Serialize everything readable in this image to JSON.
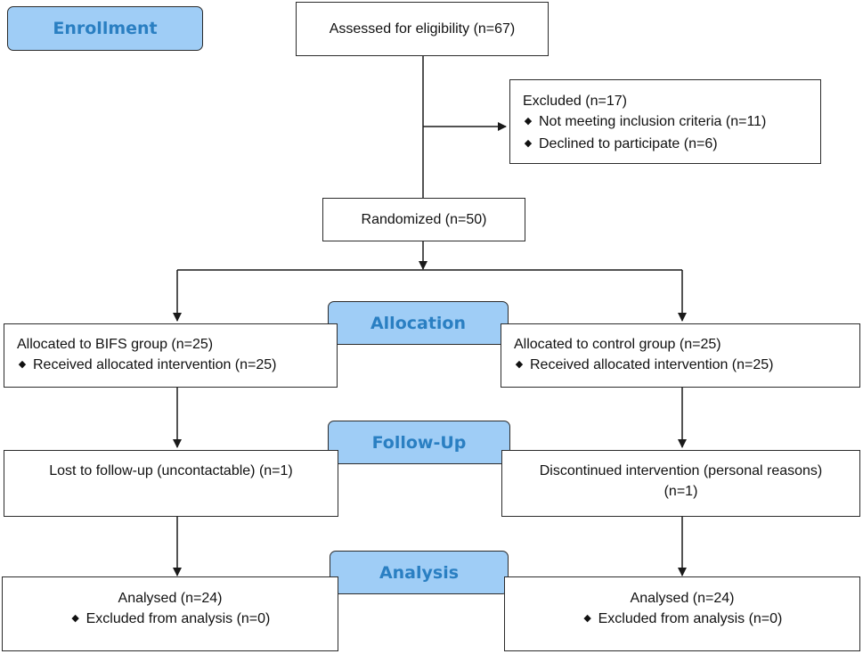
{
  "stages": {
    "enrollment": "Enrollment",
    "allocation": "Allocation",
    "follow_up": "Follow-Up",
    "analysis": "Analysis"
  },
  "assessed": "Assessed for eligibility (n=67)",
  "excluded": {
    "title": "Excluded (n=17)",
    "items": [
      "Not meeting inclusion criteria (n=11)",
      "Declined to participate (n=6)"
    ]
  },
  "randomized": "Randomized (n=50)",
  "left_arm": {
    "allocation_title": "Allocated to BIFS group (n=25)",
    "allocation_item": "Received allocated intervention (n=25)",
    "follow_up": "Lost to follow-up (uncontactable) (n=1)",
    "analysis_title": "Analysed (n=24)",
    "analysis_item": "Excluded from analysis (n=0)"
  },
  "right_arm": {
    "allocation_title": "Allocated to control group (n=25)",
    "allocation_item": "Received allocated intervention (n=25)",
    "follow_up_line1": "Discontinued intervention (personal reasons)",
    "follow_up_line2": "(n=1)",
    "analysis_title": "Analysed (n=24)",
    "analysis_item": "Excluded from analysis (n=0)"
  },
  "bullet_glyph": "◆"
}
